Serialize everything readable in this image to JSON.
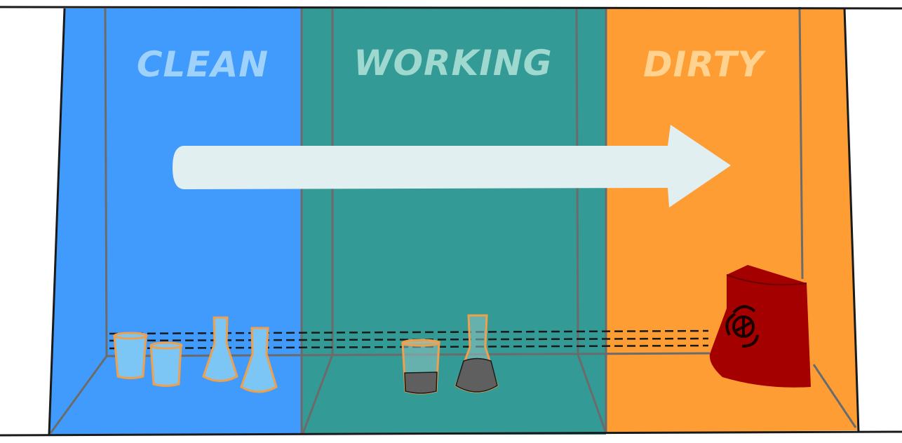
{
  "zones": {
    "clean": {
      "label": "CLEAN",
      "color": "#419bfc",
      "label_color": "#9fd2fa"
    },
    "working": {
      "label": "WORKING",
      "color": "#339a96",
      "label_color": "#9fd8cf"
    },
    "dirty": {
      "label": "DIRTY",
      "color": "#ff9d35",
      "label_color": "#ffd38f"
    }
  },
  "colors": {
    "outline": "#1a1a1a",
    "inner_line": "#6b6b6b",
    "arrow": "#e2eff0",
    "glass_fill": "#7cc6f5",
    "glass_outline": "#f0a04b",
    "dirty_liquid": "#5f5f5f",
    "biohazard_bag": "#a50000"
  },
  "icons": {
    "flow_arrow": "arrow-right-icon",
    "biohazard": "biohazard-icon"
  }
}
